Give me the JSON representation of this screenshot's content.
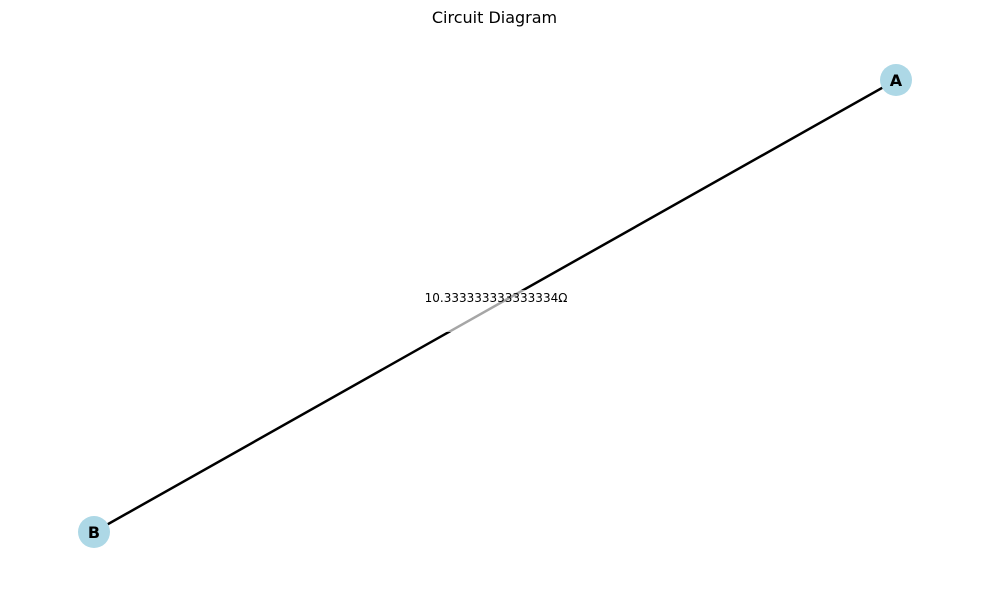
{
  "title": "Circuit Diagram",
  "colors": {
    "background": "#ffffff",
    "node_fill": "#add8e6",
    "edge": "#000000",
    "edge_label_box": "#ffffff",
    "text": "#000000"
  },
  "nodes": [
    {
      "id": "A",
      "label": "A"
    },
    {
      "id": "B",
      "label": "B"
    }
  ],
  "edges": [
    {
      "from": "B",
      "to": "A",
      "label": "10.333333333333334Ω"
    }
  ]
}
